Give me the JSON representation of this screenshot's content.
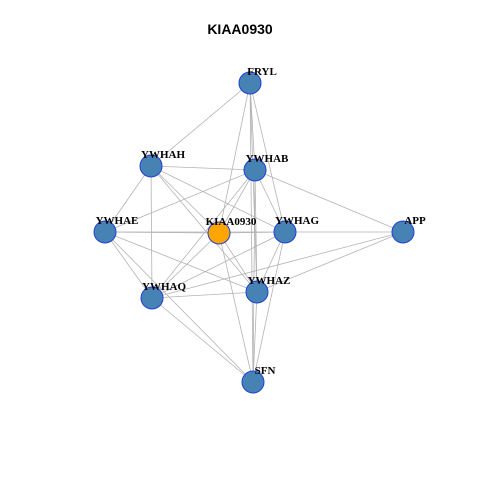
{
  "title": "KIAA0930",
  "colors": {
    "center_node": "#FFA500",
    "neighbor_node": "#4682B4",
    "node_border": "#1F3FD6",
    "edge": "#B3B3B3"
  },
  "nodes": [
    {
      "id": "KIAA0930",
      "label": "KIAA0930",
      "role": "center"
    },
    {
      "id": "FRYL",
      "label": "FRYL",
      "role": "neighbor"
    },
    {
      "id": "YWHAH",
      "label": "YWHAH",
      "role": "neighbor"
    },
    {
      "id": "YWHAB",
      "label": "YWHAB",
      "role": "neighbor"
    },
    {
      "id": "YWHAE",
      "label": "YWHAE",
      "role": "neighbor"
    },
    {
      "id": "YWHAG",
      "label": "YWHAG",
      "role": "neighbor"
    },
    {
      "id": "APP",
      "label": "APP",
      "role": "neighbor"
    },
    {
      "id": "YWHAQ",
      "label": "YWHAQ",
      "role": "neighbor"
    },
    {
      "id": "YWHAZ",
      "label": "YWHAZ",
      "role": "neighbor"
    },
    {
      "id": "SFN",
      "label": "SFN",
      "role": "neighbor"
    }
  ],
  "edges": [
    [
      "FRYL",
      "YWHAH"
    ],
    [
      "FRYL",
      "YWHAB"
    ],
    [
      "FRYL",
      "KIAA0930"
    ],
    [
      "FRYL",
      "YWHAG"
    ],
    [
      "FRYL",
      "YWHAZ"
    ],
    [
      "FRYL",
      "SFN"
    ],
    [
      "YWHAH",
      "YWHAB"
    ],
    [
      "YWHAH",
      "YWHAE"
    ],
    [
      "YWHAH",
      "KIAA0930"
    ],
    [
      "YWHAH",
      "YWHAG"
    ],
    [
      "YWHAH",
      "YWHAQ"
    ],
    [
      "YWHAH",
      "YWHAZ"
    ],
    [
      "YWHAB",
      "YWHAE"
    ],
    [
      "YWHAB",
      "KIAA0930"
    ],
    [
      "YWHAB",
      "YWHAG"
    ],
    [
      "YWHAB",
      "APP"
    ],
    [
      "YWHAB",
      "YWHAQ"
    ],
    [
      "YWHAB",
      "YWHAZ"
    ],
    [
      "YWHAB",
      "SFN"
    ],
    [
      "YWHAE",
      "KIAA0930"
    ],
    [
      "YWHAE",
      "YWHAG"
    ],
    [
      "YWHAE",
      "YWHAQ"
    ],
    [
      "YWHAE",
      "YWHAZ"
    ],
    [
      "YWHAE",
      "SFN"
    ],
    [
      "KIAA0930",
      "YWHAG"
    ],
    [
      "KIAA0930",
      "YWHAQ"
    ],
    [
      "KIAA0930",
      "YWHAZ"
    ],
    [
      "KIAA0930",
      "SFN"
    ],
    [
      "YWHAG",
      "APP"
    ],
    [
      "YWHAG",
      "YWHAQ"
    ],
    [
      "YWHAG",
      "YWHAZ"
    ],
    [
      "YWHAG",
      "SFN"
    ],
    [
      "APP",
      "YWHAQ"
    ],
    [
      "APP",
      "YWHAZ"
    ],
    [
      "YWHAQ",
      "YWHAZ"
    ],
    [
      "YWHAQ",
      "SFN"
    ],
    [
      "YWHAZ",
      "SFN"
    ]
  ]
}
